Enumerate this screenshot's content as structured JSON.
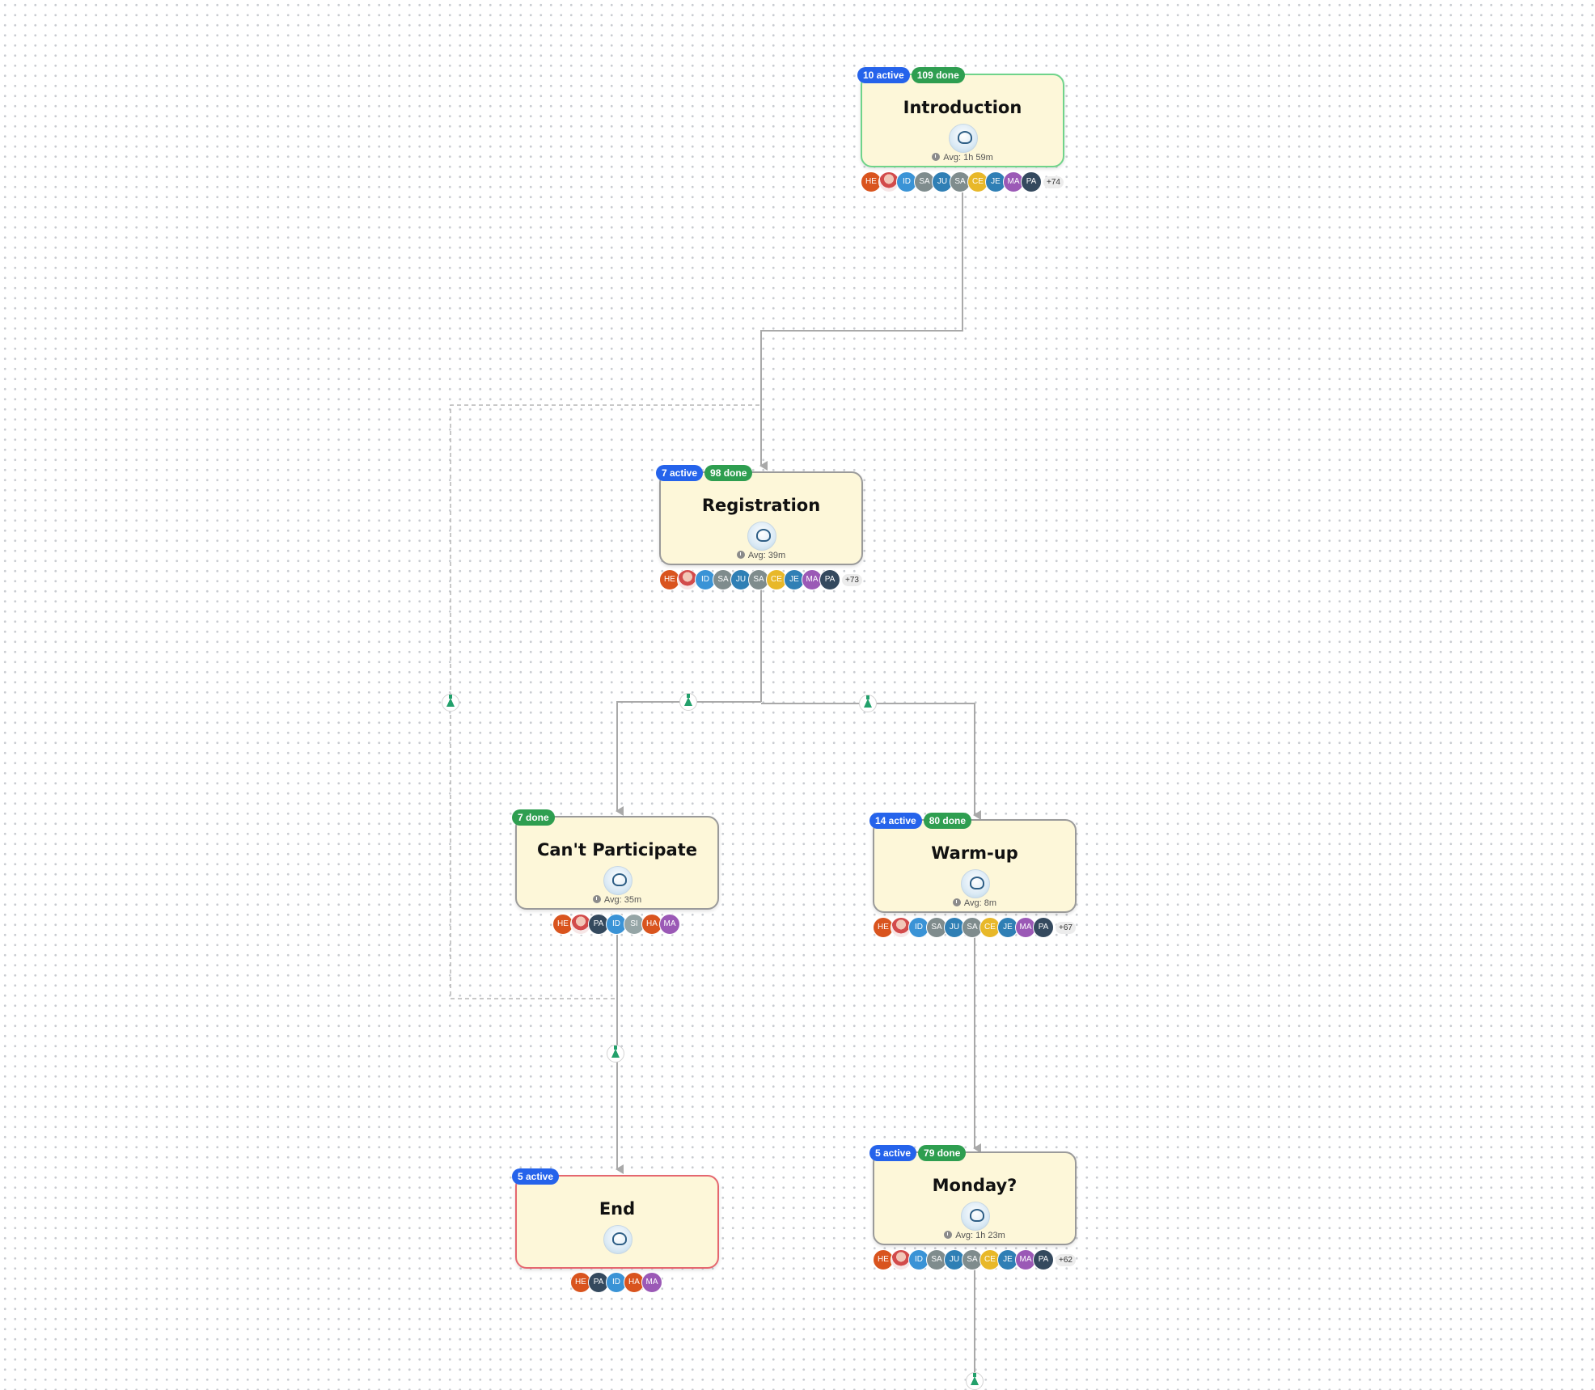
{
  "colors": {
    "active_badge": "#2563eb",
    "done_badge": "#2e9e50",
    "node_fill": "#fdf7d9",
    "start_border": "#6fd48a",
    "end_border": "#e5676f",
    "condition_icon": "#22a06b"
  },
  "nodes": {
    "introduction": {
      "title": "Introduction",
      "active": "10 active",
      "done": "109 done",
      "avg": "Avg: 1h 59m",
      "more": "+74"
    },
    "registration": {
      "title": "Registration",
      "active": "7 active",
      "done": "98 done",
      "avg": "Avg: 39m",
      "more": "+73"
    },
    "cant_participate": {
      "title": "Can't Participate",
      "done": "7 done",
      "avg": "Avg: 35m"
    },
    "warmup": {
      "title": "Warm-up",
      "active": "14 active",
      "done": "80 done",
      "avg": "Avg: 8m",
      "more": "+67"
    },
    "end": {
      "title": "End",
      "active": "5 active"
    },
    "monday": {
      "title": "Monday?",
      "active": "5 active",
      "done": "79 done",
      "avg": "Avg: 1h 23m",
      "more": "+62"
    }
  },
  "avatar_colors": {
    "HE": "#d9541e",
    "ID": "#3a93d6",
    "SA": "#7f8c8d",
    "JU": "#2f7fb5",
    "CE": "#e8b829",
    "JE": "#2f7fb5",
    "MA": "#9b59b6",
    "PA": "#34495e",
    "SI": "#95a5a6",
    "HA": "#d9541e"
  },
  "avatar_lists": {
    "introduction": [
      "HE",
      "photo",
      "ID",
      "SA",
      "JU",
      "SA",
      "CE",
      "JE",
      "MA",
      "PA"
    ],
    "registration": [
      "HE",
      "photo",
      "ID",
      "SA",
      "JU",
      "SA",
      "CE",
      "JE",
      "MA",
      "PA"
    ],
    "cant_participate": [
      "HE",
      "photo",
      "PA",
      "ID",
      "SI",
      "HA",
      "MA"
    ],
    "warmup": [
      "HE",
      "photo",
      "ID",
      "SA",
      "JU",
      "SA",
      "CE",
      "JE",
      "MA",
      "PA"
    ],
    "end": [
      "HE",
      "PA",
      "ID",
      "HA",
      "MA"
    ],
    "monday": [
      "HE",
      "photo",
      "ID",
      "SA",
      "JU",
      "SA",
      "CE",
      "JE",
      "MA",
      "PA"
    ]
  },
  "icons": {
    "condition": "flask-icon",
    "clock": "clock-icon",
    "logo": "organization-logo"
  }
}
